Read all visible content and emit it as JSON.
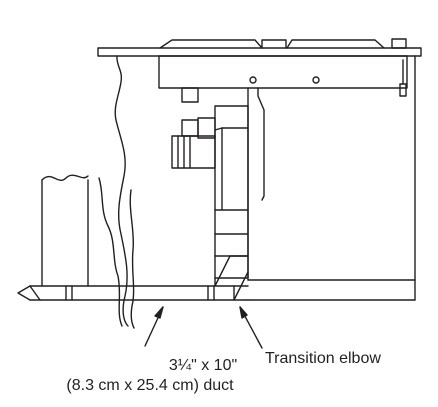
{
  "labels": {
    "duct_line1": "3¼\" x 10\"",
    "duct_line2": "(8.3 cm x 25.4 cm) duct",
    "elbow": "Transition elbow"
  },
  "colors": {
    "line": "#231f20",
    "background": "#ffffff"
  }
}
